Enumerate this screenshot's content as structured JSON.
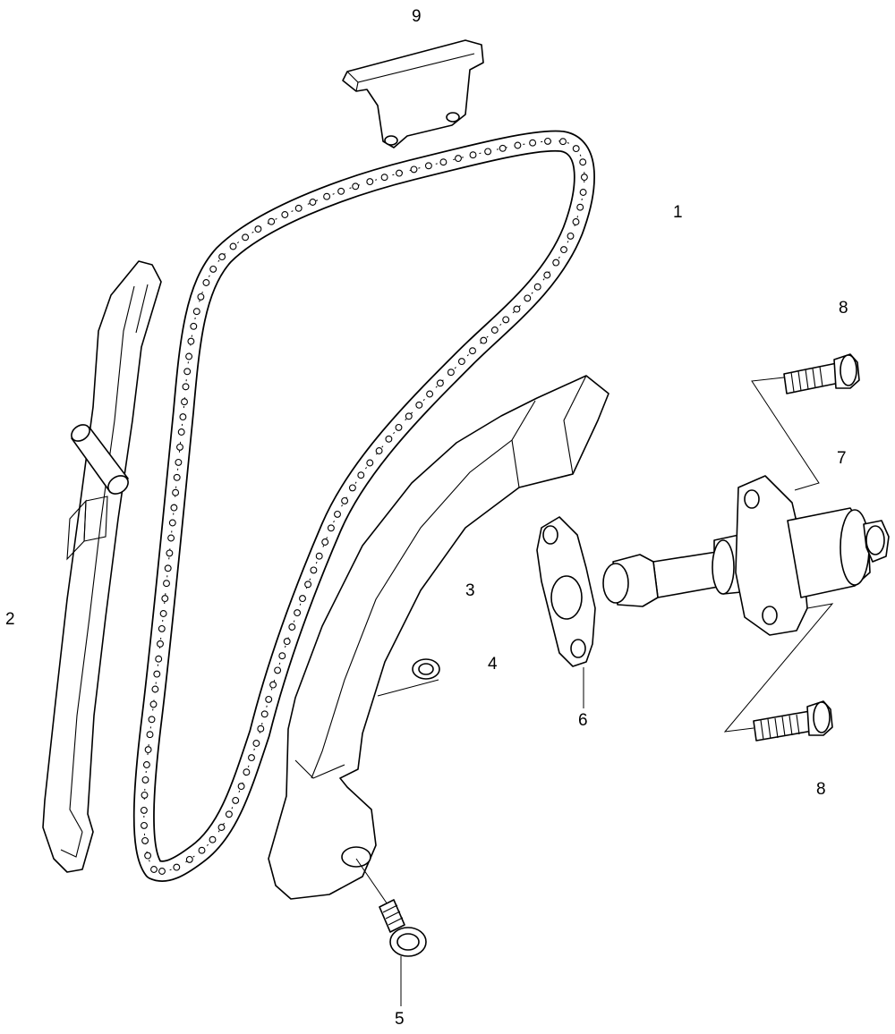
{
  "callouts": {
    "c1": "1",
    "c2": "2",
    "c3": "3",
    "c4": "4",
    "c5": "5",
    "c6": "6",
    "c7": "7",
    "c8_top": "8",
    "c8_bottom": "8",
    "c9": "9"
  }
}
